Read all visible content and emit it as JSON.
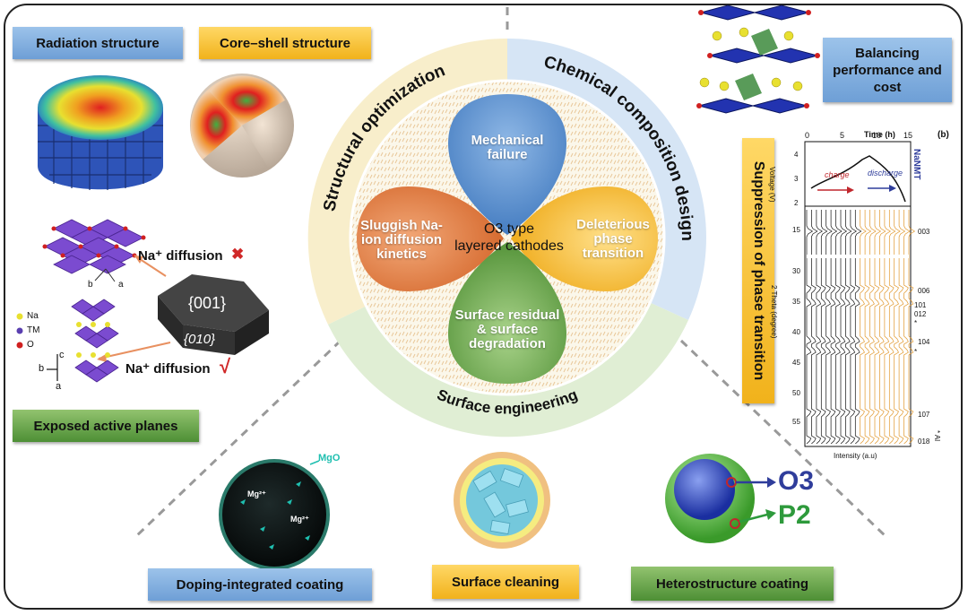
{
  "labels": {
    "radiation": "Radiation structure",
    "core_shell": "Core–shell structure",
    "balancing": "Balancing performance and cost",
    "exposed": "Exposed active planes",
    "doping": "Doping-integrated coating",
    "cleaning": "Surface cleaning",
    "hetero": "Heterostructure coating"
  },
  "ring": {
    "structural": "Structural optimization",
    "chemical": "Chemical composition design",
    "surface": "Surface engineering"
  },
  "center": {
    "title_line1": "O3 type",
    "title_line2": "layered cathodes",
    "petals": {
      "top": "Mechanical failure",
      "left": "Sluggish Na-ion diffusion kinetics",
      "right": "Deleterious phase transition",
      "bottom": "Surface residual & surface degradation"
    }
  },
  "vertical": {
    "suppression": "Suppression of phase transition"
  },
  "facets": {
    "f001": "{001}",
    "f010": "{010}",
    "na_diffusion_bad": "Na⁺ diffusion",
    "na_diffusion_good": "Na⁺ diffusion",
    "cross": "✖",
    "check": "√",
    "legend_na": "Na",
    "legend_tm": "TM",
    "legend_o": "O",
    "axis_a": "a",
    "axis_b": "b",
    "axis_c": "c"
  },
  "doping_img": {
    "mgo": "MgO",
    "mg1": "Mg²⁺",
    "mg2": "Mg²⁺"
  },
  "hetero_img": {
    "o3": "O3",
    "p2": "P2"
  },
  "xrd": {
    "panel": "(b)",
    "time_label": "Time (h)",
    "time_ticks": [
      "0",
      "5",
      "10",
      "15"
    ],
    "voltage_label": "Voltage (V)",
    "voltage_ticks": [
      "4",
      "3",
      "2"
    ],
    "charge": "charge",
    "discharge": "discharge",
    "sample": "NaNMT",
    "theta_label": "2 Theta (degree)",
    "theta_ticks": [
      "15",
      "30",
      "35",
      "40",
      "45",
      "50",
      "55"
    ],
    "peaks": [
      "003",
      "006",
      "101",
      "012",
      "*",
      "104",
      "*",
      "107",
      "018",
      "* Al"
    ],
    "intensity_label": "Intensity (a.u)"
  },
  "colors": {
    "yellow_ring": "#f7ecc8",
    "blue_ring": "#d4e4f4",
    "green_ring": "#dfeed2",
    "petal_blue": "#4a86c8",
    "petal_orange": "#e07a3c",
    "petal_yellow": "#f1b21b",
    "petal_green": "#6fa84a",
    "charge_arrow": "#c0272d",
    "discharge_arrow": "#2f3d9b",
    "o3_color": "#2f3d9b",
    "p2_color": "#2e9a3c"
  }
}
